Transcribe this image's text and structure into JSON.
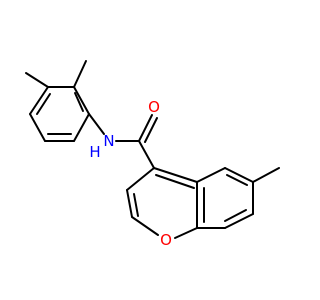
{
  "molecule": {
    "atoms": {
      "carbonyl_oxygen": {
        "symbol": "O",
        "color": "#ff0000"
      },
      "amide_nitrogen": {
        "symbol": "N",
        "color": "#0000ff"
      },
      "amide_hydrogen": {
        "symbol": "H",
        "color": "#0000ff"
      },
      "ring_oxygen": {
        "symbol": "O",
        "color": "#ff0000"
      }
    },
    "bond_color": "#000000"
  }
}
